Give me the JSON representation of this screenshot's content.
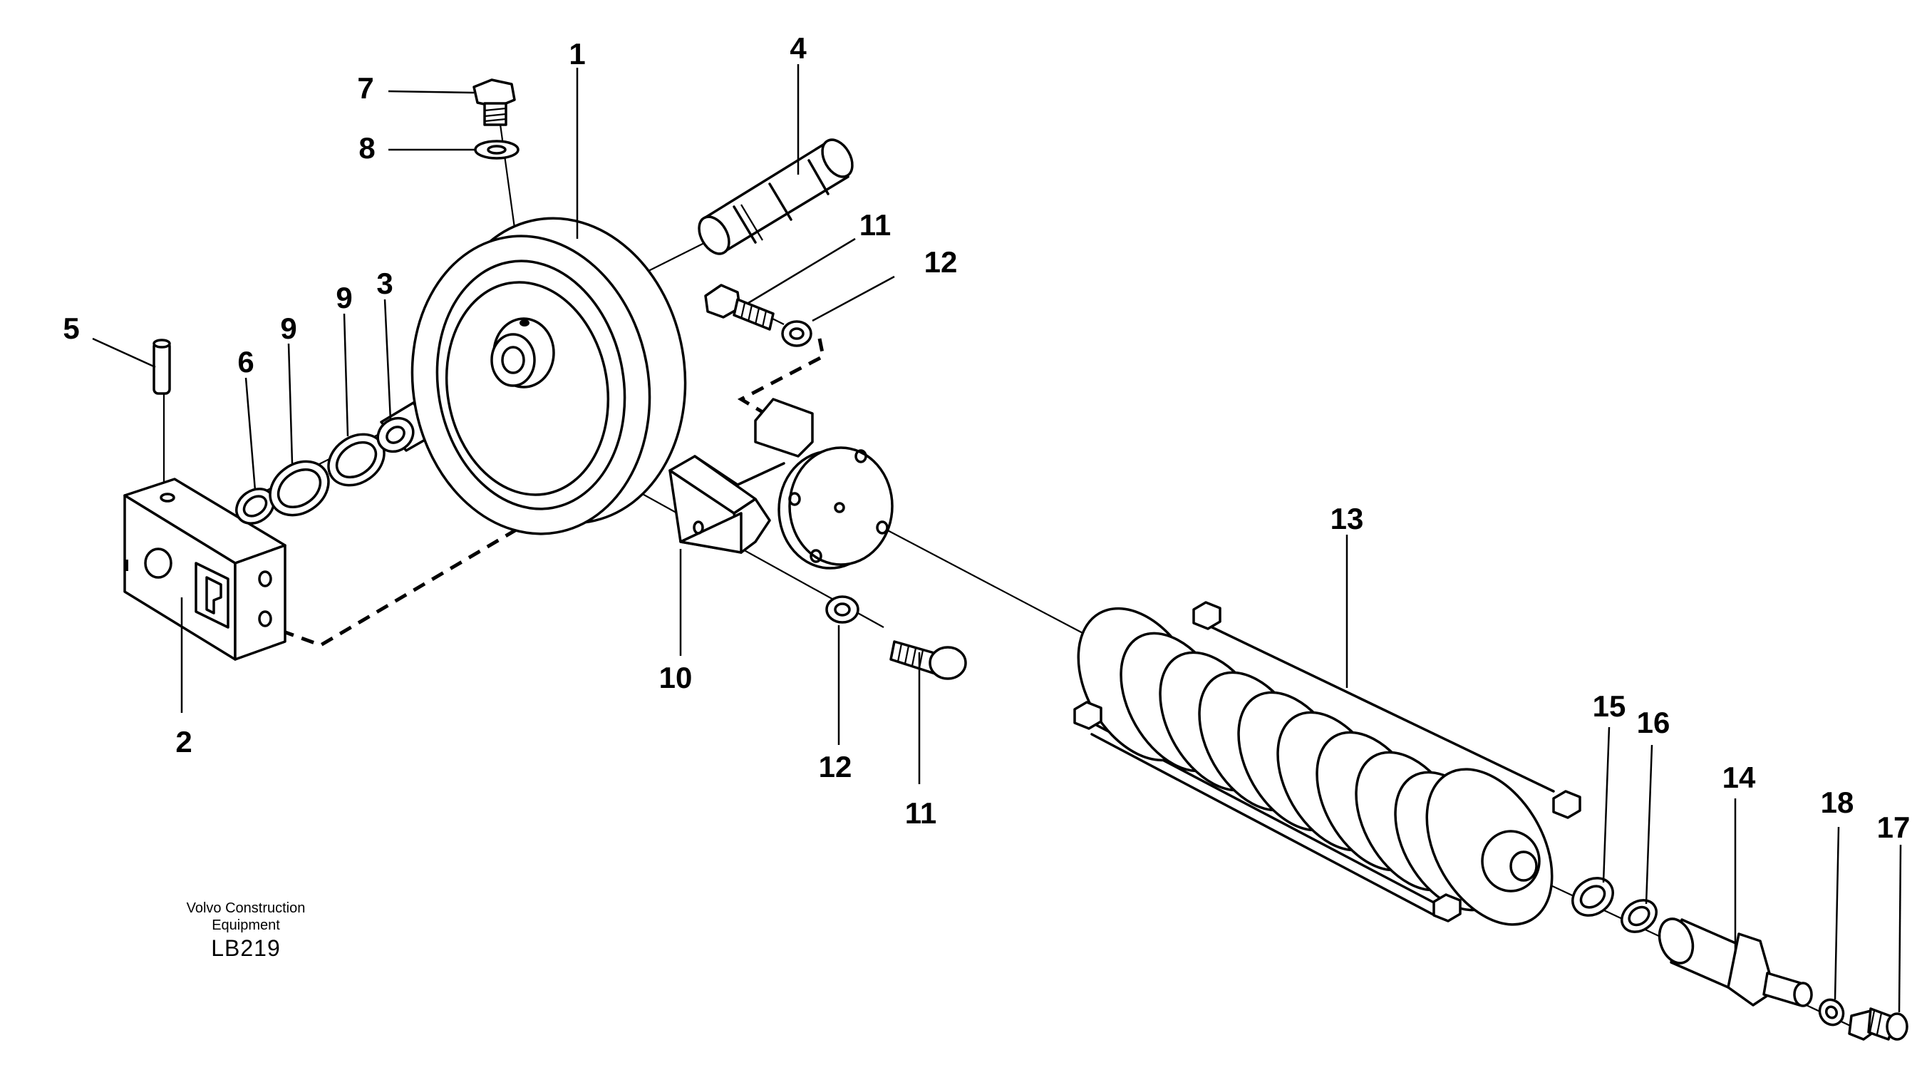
{
  "labels": {
    "p1": "1",
    "p2": "2",
    "p3": "3",
    "p4": "4",
    "p5": "5",
    "p6": "6",
    "p7": "7",
    "p8": "8",
    "p9a": "9",
    "p9b": "9",
    "p10": "10",
    "p11a": "11",
    "p11b": "11",
    "p12a": "12",
    "p12b": "12",
    "p13": "13",
    "p14": "14",
    "p15": "15",
    "p16": "16",
    "p17": "17",
    "p18": "18"
  },
  "caption": {
    "company_line1": "Volvo Construction",
    "company_line2": "Equipment",
    "code": "LB219"
  }
}
